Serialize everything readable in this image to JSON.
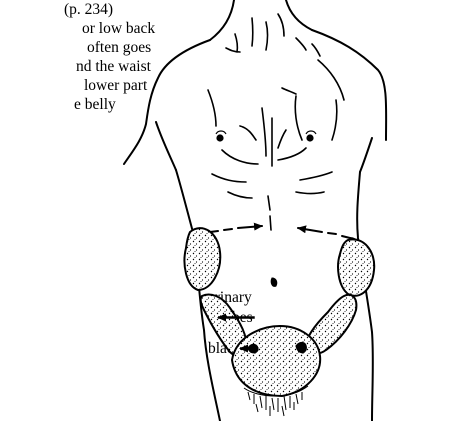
{
  "caption": {
    "lines": [
      "(p. 234)",
      "or low back",
      "often goes",
      "nd the waist",
      "lower part",
      "e belly"
    ]
  },
  "labels": {
    "urinary_line1": "urinary",
    "urinary_line2": "tubes",
    "bladder": "bladder"
  },
  "colors": {
    "ink": "#000000",
    "background": "#ffffff"
  }
}
